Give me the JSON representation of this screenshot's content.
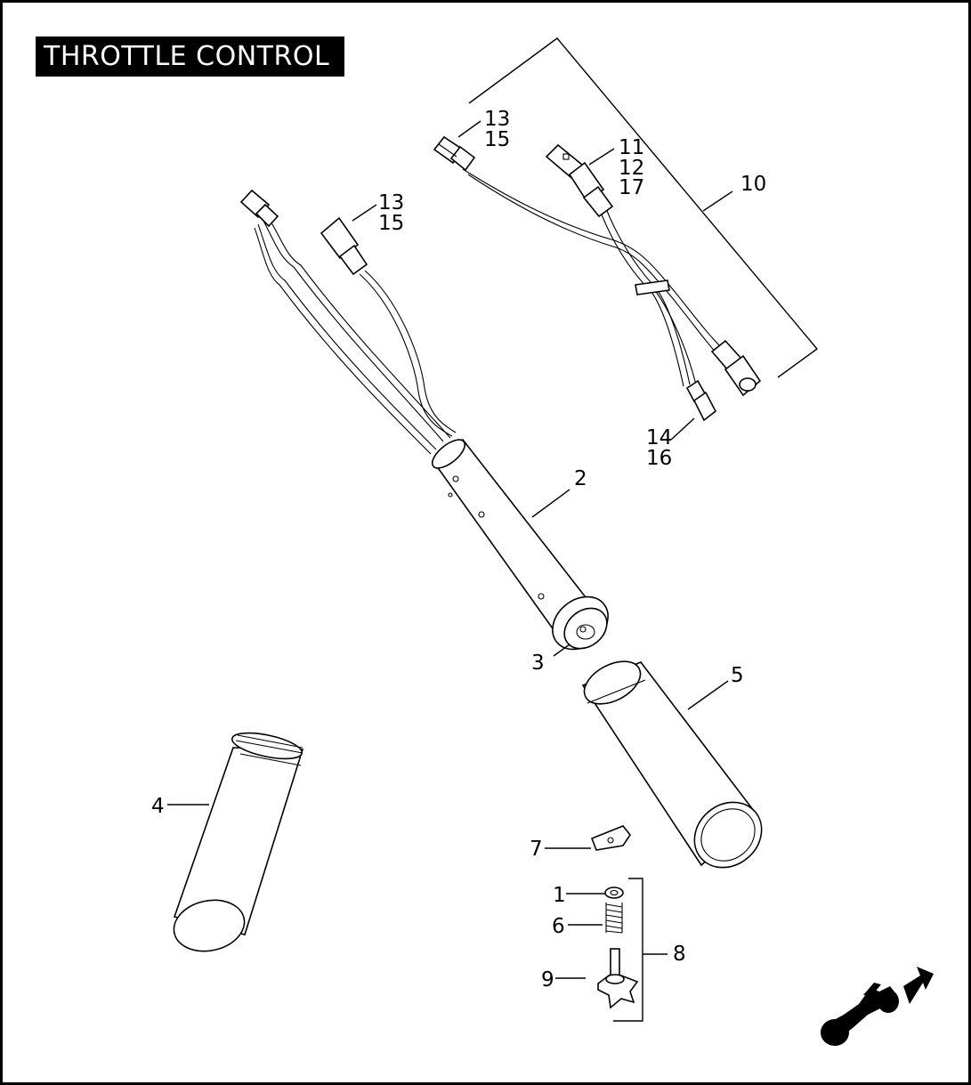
{
  "title": "THROTTLE CONTROL",
  "callouts": {
    "c1": "1",
    "c2": "2",
    "c3": "3",
    "c4": "4",
    "c5": "5",
    "c6": "6",
    "c7": "7",
    "c8": "8",
    "c9": "9",
    "c10": "10",
    "c11_12_17": [
      "11",
      "12",
      "17"
    ],
    "c13_15_upper": [
      "13",
      "15"
    ],
    "c13_15_left": [
      "13",
      "15"
    ],
    "c14_16": [
      "14",
      "16"
    ]
  },
  "icons": {
    "logo": "motorcycle-arrow-icon"
  }
}
